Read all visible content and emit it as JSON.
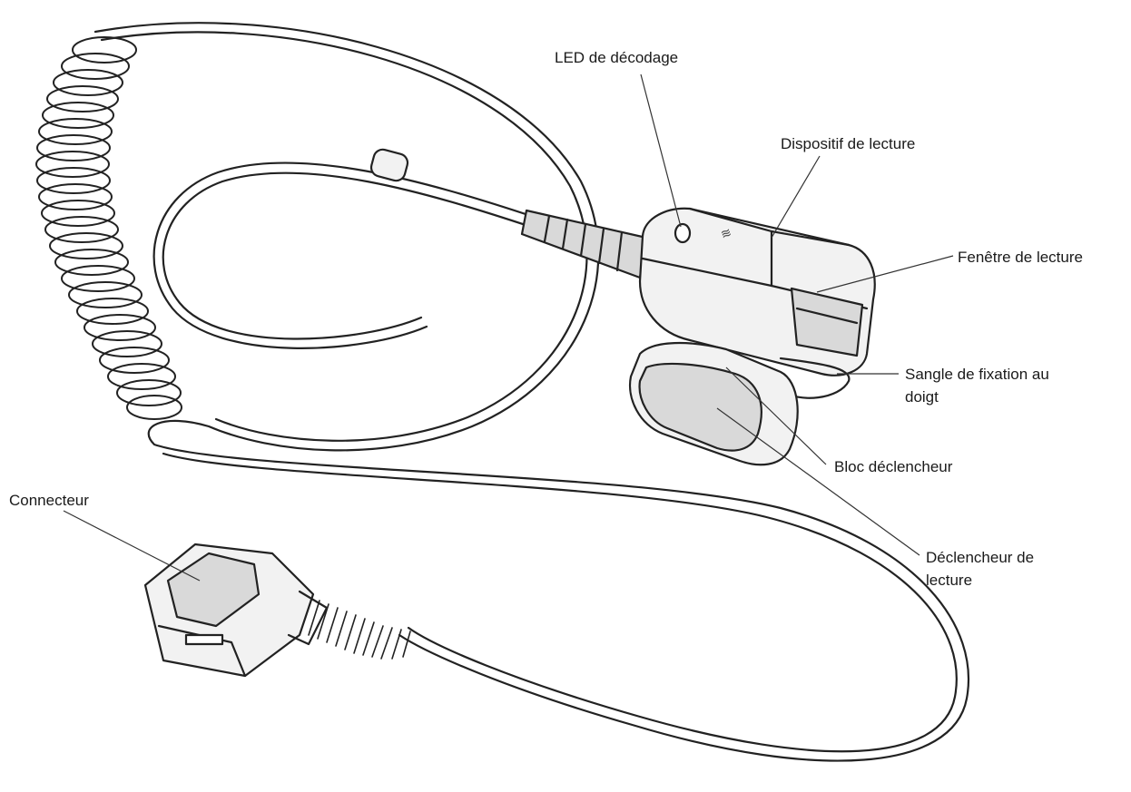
{
  "labels": {
    "led": "LED de décodage",
    "scan_engine": "Dispositif de lecture",
    "scan_window": "Fenêtre de lecture",
    "strap_line1": "Sangle de fixation au",
    "strap_line2": "doigt",
    "trigger_block": "Bloc déclencheur",
    "trigger_line1": "Déclencheur de",
    "trigger_line2": "lecture",
    "connector": "Connecteur"
  },
  "colors": {
    "stroke": "#222222",
    "fill_light": "#f2f2f2",
    "fill_mid": "#d9d9d9",
    "text": "#1a1a1a"
  }
}
